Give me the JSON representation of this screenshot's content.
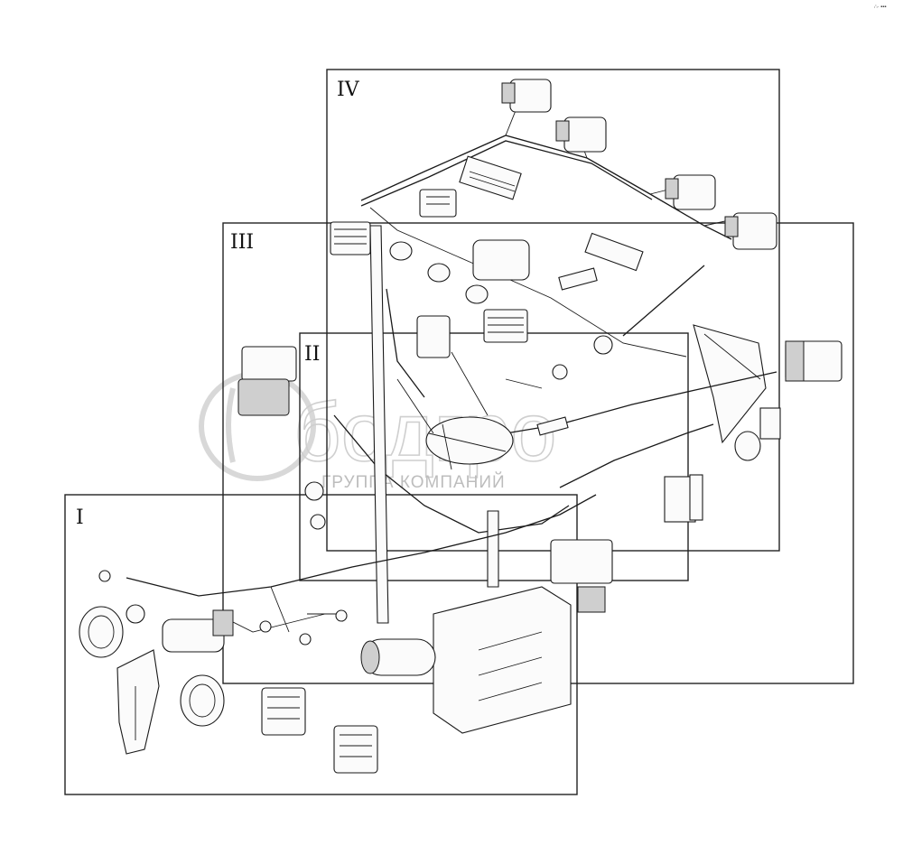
{
  "corner_mark": "∴∙ ▪▪▪",
  "sections": [
    {
      "id": "I",
      "label": "I"
    },
    {
      "id": "II",
      "label": "II"
    },
    {
      "id": "III",
      "label": "III"
    },
    {
      "id": "IV",
      "label": "IV"
    }
  ],
  "watermark": {
    "logo_text": "бодгро",
    "subtitle": "ГРУППА КОМПАНИЙ"
  },
  "colors": {
    "line": "#1a1a1a",
    "background": "#ffffff",
    "watermark": "#cfcfcf"
  }
}
